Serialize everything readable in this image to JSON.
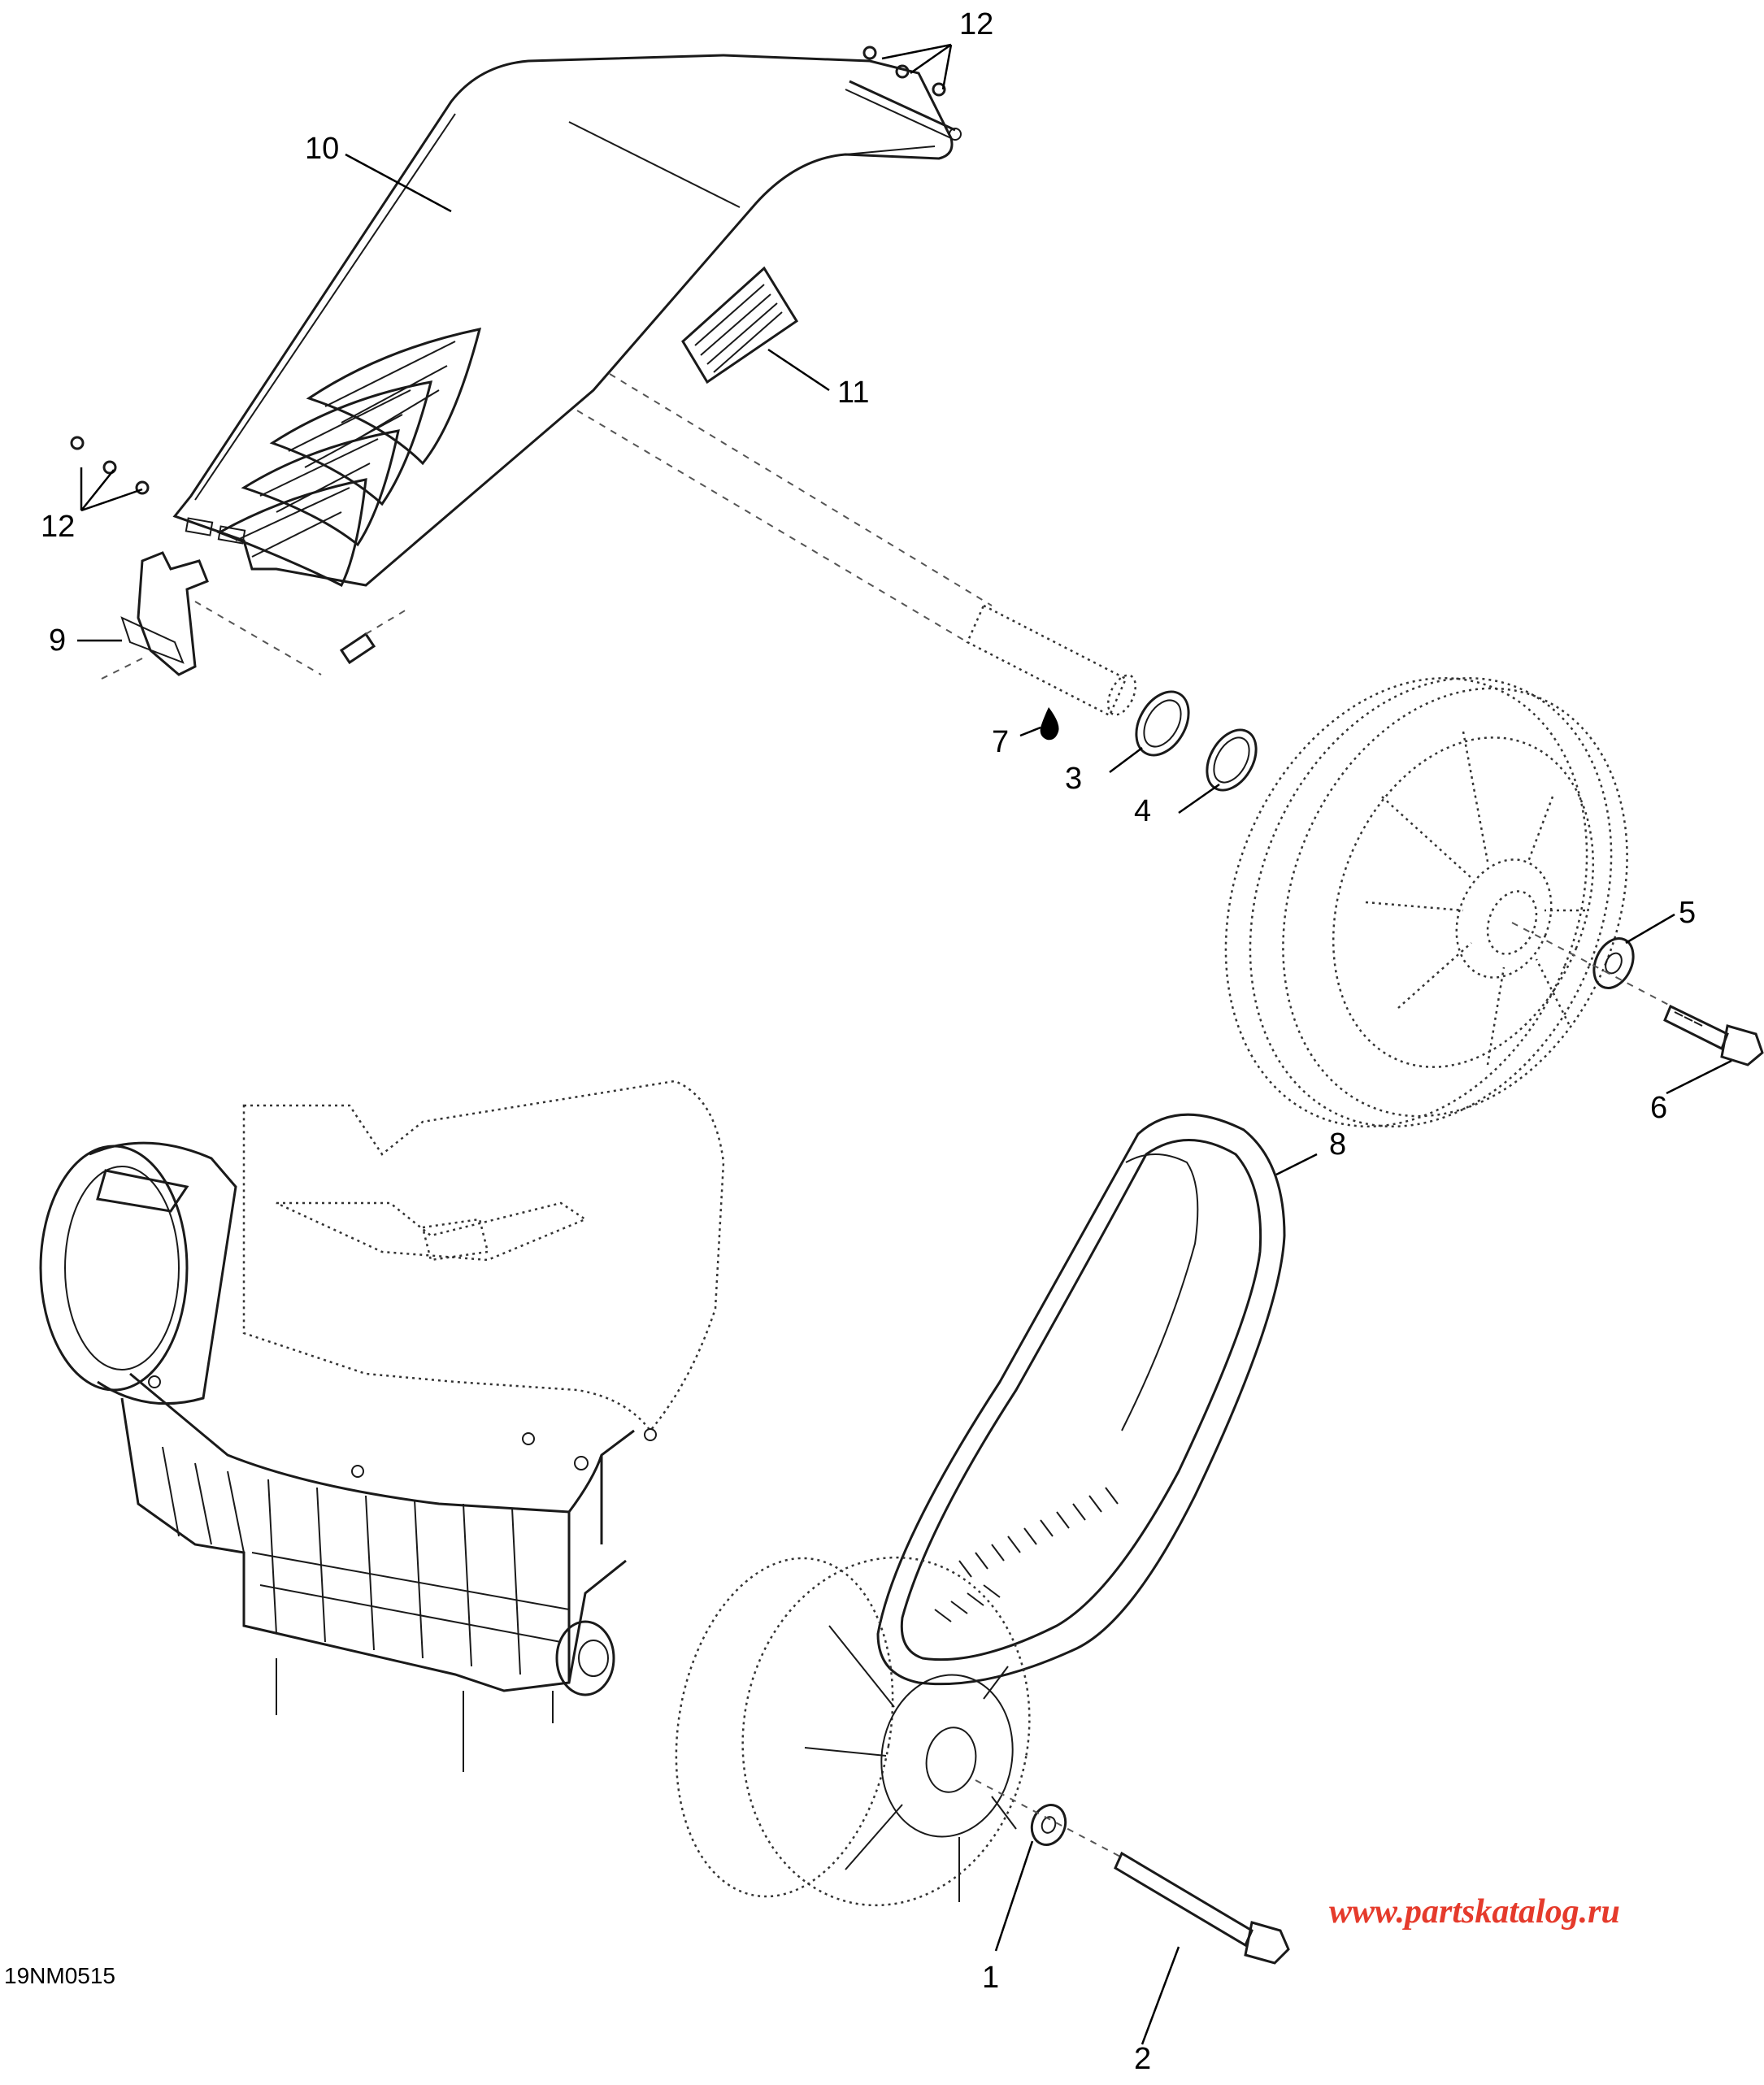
{
  "figure_code": "19NM0515",
  "watermark": "www.partskatalog.ru",
  "watermark_color": "#e53b2c",
  "callouts": {
    "c1": "1",
    "c2": "2",
    "c3": "3",
    "c4": "4",
    "c5": "5",
    "c6": "6",
    "c7": "7",
    "c8": "8",
    "c9": "9",
    "c10": "10",
    "c11": "11",
    "c12_top": "12",
    "c12_left": "12"
  }
}
